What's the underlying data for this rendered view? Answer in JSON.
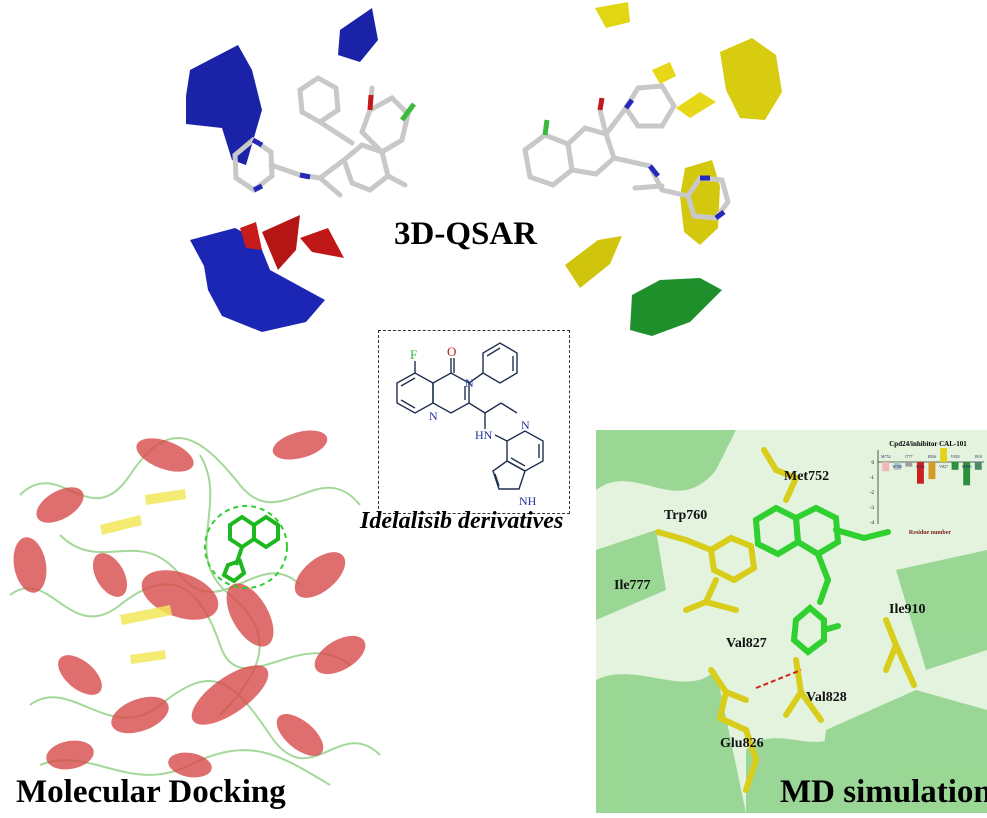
{
  "panels": {
    "qsar": {
      "title": "3D-QSAR"
    },
    "docking": {
      "title": "Molecular Docking"
    },
    "md": {
      "title": "MD simulation"
    }
  },
  "structure": {
    "caption": "Idelalisib derivatives",
    "atoms": {
      "fluorine": "F",
      "oxygen": "O",
      "n3": "N",
      "n1": "N",
      "nh": "HN",
      "purine_nh": "NH",
      "purine_n": "N"
    }
  },
  "residues": [
    "Met752",
    "Trp760",
    "Ile777",
    "Val827",
    "Val828",
    "Ile910",
    "Glu826"
  ],
  "inset_chart": {
    "title": "Cpd24/inhibitor CAL-101",
    "xlabel": "Residue number",
    "y_ticks": [
      "0",
      "-1",
      "-2",
      "-3",
      "-4"
    ],
    "residue_labels": [
      "M752",
      "W760",
      "I777",
      "E826",
      "E826",
      "V827",
      "V828",
      "M900",
      "I910"
    ]
  },
  "chart_data": {
    "type": "bar",
    "title": "Cpd24/inhibitor CAL-101",
    "xlabel": "Residue number",
    "ylabel": "",
    "ylim": [
      -4,
      1
    ],
    "categories": [
      "M752",
      "W760",
      "I777",
      "E826",
      "E826",
      "V827",
      "V828",
      "M900",
      "I910"
    ],
    "values": [
      -0.6,
      -0.5,
      -0.3,
      -1.4,
      -1.1,
      0.9,
      -0.5,
      -1.5,
      -0.5
    ],
    "colors": [
      "#f4b6b6",
      "#a9c6c6",
      "#9e9e9e",
      "#cc1f1f",
      "#d69a2a",
      "#e5d21a",
      "#2c8f3c",
      "#2c8f3c",
      "#4a8a6a"
    ]
  }
}
